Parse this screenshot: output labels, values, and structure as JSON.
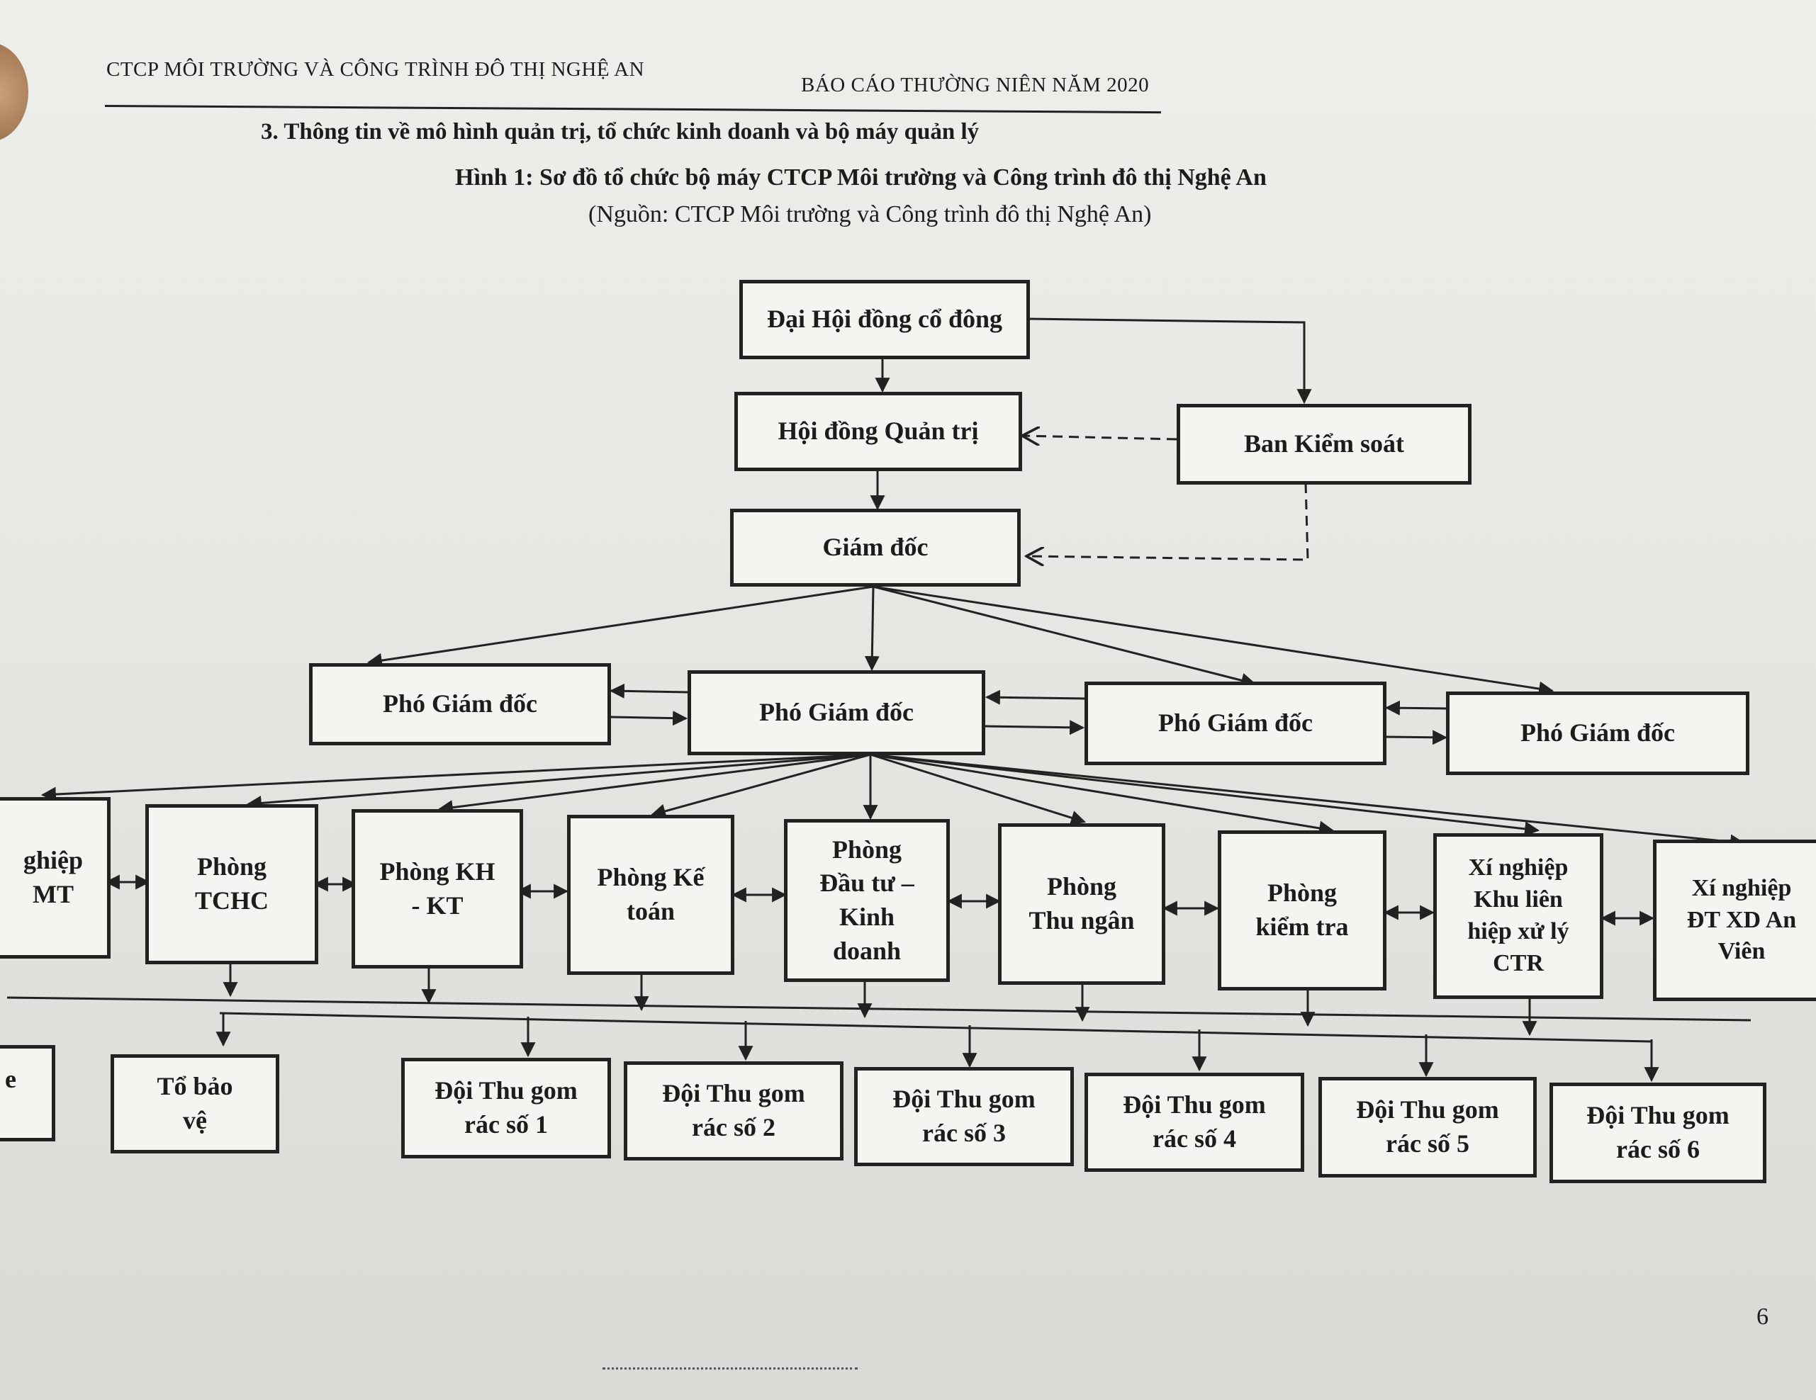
{
  "header": {
    "company": "CTCP MÔI TRƯỜNG VÀ CÔNG TRÌNH ĐÔ THỊ NGHỆ AN",
    "report": "BÁO CÁO THƯỜNG NIÊN NĂM 2020"
  },
  "section_heading": "3. Thông tin về mô hình quản trị, tổ chức kinh doanh và bộ máy quản lý",
  "figure": {
    "caption": "Hình 1: Sơ đồ tổ chức bộ máy CTCP Môi trường và Công trình đô thị Nghệ An",
    "source": "(Nguồn: CTCP Môi trường và Công trình đô thị Nghệ An)"
  },
  "org": {
    "general_meeting": "Đại Hội đồng cổ đông",
    "board": "Hội đồng Quản trị",
    "supervisory": "Ban Kiểm soát",
    "director": "Giám đốc",
    "deputies": [
      "Phó Giám đốc",
      "Phó Giám đốc",
      "Phó Giám đốc",
      "Phó Giám đốc"
    ],
    "departments": [
      "ghiệp\nMT",
      "Phòng\nTCHC",
      "Phòng KH\n- KT",
      "Phòng Kế\ntoán",
      "Phòng\nĐầu tư –\nKinh\ndoanh",
      "Phòng\nThu ngân",
      "Phòng\nkiểm tra",
      "Xí nghiệp\nKhu liên\nhiệp xử lý\nCTR",
      "Xí nghiệp\nĐT XD An\nViên"
    ],
    "teams": [
      "e",
      "Tổ bảo\nvệ",
      "Đội Thu gom\nrác số 1",
      "Đội Thu gom\nrác số 2",
      "Đội Thu gom\nrác số 3",
      "Đội Thu gom\nrác số 4",
      "Đội Thu gom\nrác số 5",
      "Đội Thu gom\nrác số 6"
    ]
  },
  "page_number": "6"
}
